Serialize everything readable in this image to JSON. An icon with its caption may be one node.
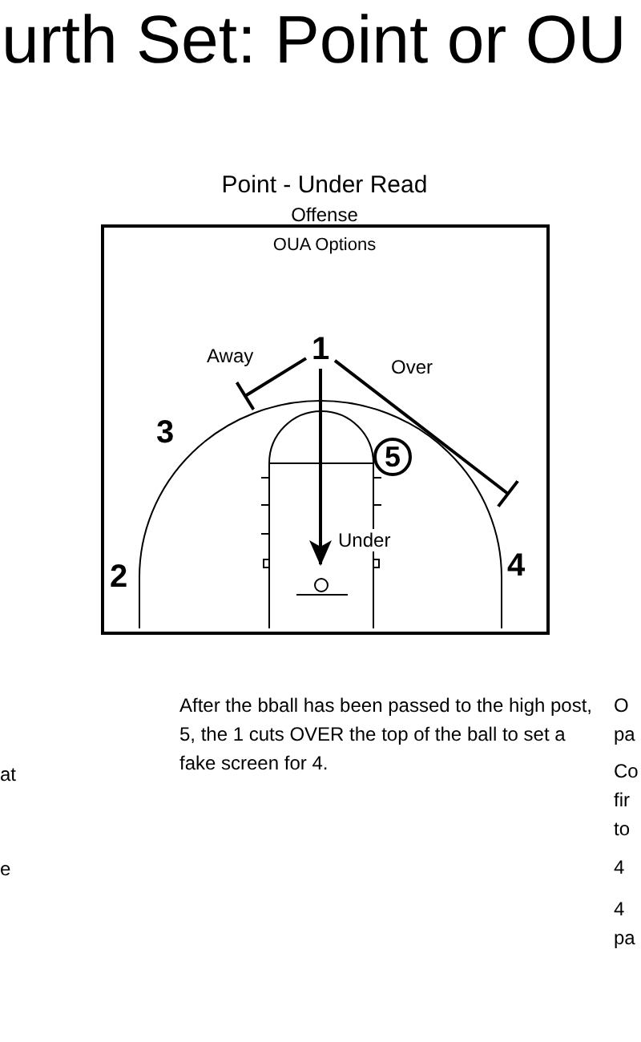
{
  "diagram": {
    "title": "urth Set: Point or OU",
    "nodes": [
      {
        "text": [
          "Point - Under Read",
          "Offense",
          "OUA Options"
        ]
      },
      {
        "text": [
          "1"
        ],
        "in": 0
      },
      {
        "text": [
          "2"
        ],
        "in": 0
      },
      {
        "text": [
          "3"
        ],
        "in": 0
      },
      {
        "text": [
          "4"
        ],
        "in": 0
      },
      {
        "text": [
          "5"
        ],
        "in": 0
      }
    ],
    "edges": [
      {
        "from": 1,
        "to": null,
        "arrow": "other",
        "label": "Away"
      },
      {
        "from": 1,
        "to": null,
        "arrow": "other",
        "label": "Over"
      },
      {
        "from": 1,
        "to": null,
        "arrow": "to",
        "label": "Under"
      }
    ],
    "labels": [
      "After the bball has been passed to the high post, 5, the 1 cuts OVER the top of the ball to set a fake screen for 4.",
      "at",
      "e",
      "O pa",
      "Co fir to",
      "4",
      "4 pa"
    ]
  }
}
